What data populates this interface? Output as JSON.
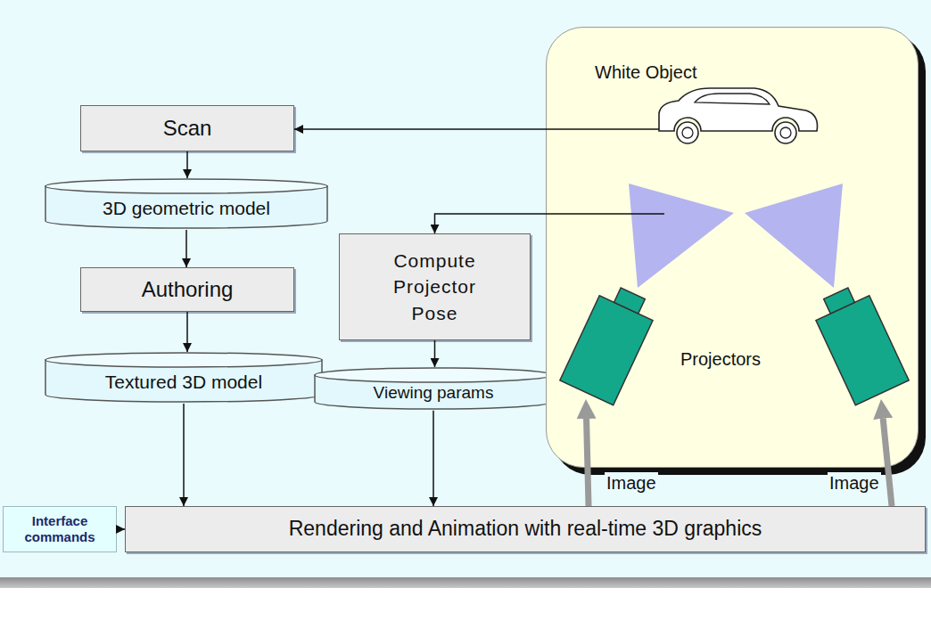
{
  "diagram": {
    "nodes": [
      {
        "text": [
          "Scan"
        ]
      },
      {
        "text": [
          "3D geometric model"
        ]
      },
      {
        "text": [
          "Compute Projector Pose"
        ]
      },
      {
        "text": [
          "Authoring"
        ]
      },
      {
        "text": [
          "Textured 3D model"
        ]
      },
      {
        "text": [
          "Viewing params"
        ]
      },
      {
        "text": [
          "Interface commands"
        ]
      },
      {
        "text": [
          "Rendering and Animation with real-time 3D graphics"
        ]
      },
      {
        "text": [
          "Projectors"
        ]
      },
      {
        "text": [
          "White Object"
        ],
        "in": 8
      }
    ],
    "edges": [
      {
        "from": 9,
        "to": 0,
        "arrow": "to"
      },
      {
        "from": 0,
        "to": 1,
        "arrow": "to"
      },
      {
        "from": 1,
        "to": 3,
        "arrow": "to"
      },
      {
        "from": 3,
        "to": 4,
        "arrow": "to"
      },
      {
        "from": 8,
        "to": 2,
        "arrow": "to"
      },
      {
        "from": 2,
        "to": 5,
        "arrow": "to"
      },
      {
        "from": 4,
        "to": 7,
        "arrow": "to"
      },
      {
        "from": 5,
        "to": 7,
        "arrow": "to"
      },
      {
        "from": 6,
        "to": 7,
        "arrow": "to"
      },
      {
        "from": 7,
        "to": 8,
        "label": "Image",
        "arrow": "to"
      },
      {
        "from": 7,
        "to": 8,
        "label": "Image",
        "arrow": "to"
      }
    ]
  }
}
